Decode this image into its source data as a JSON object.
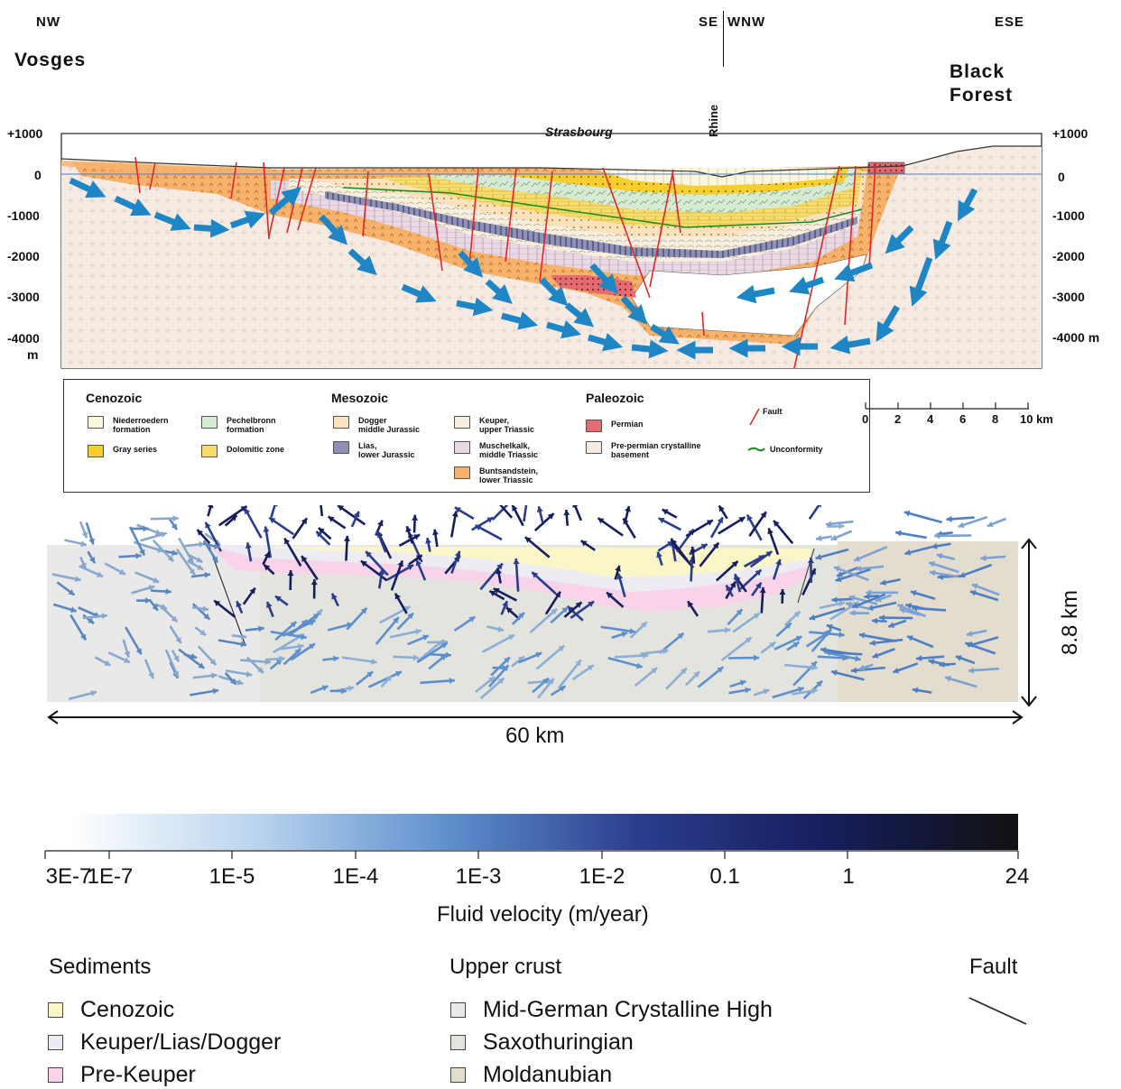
{
  "cross_section": {
    "dir_nw": "NW",
    "dir_se_wnw_left": "SE",
    "dir_se_wnw_right": "WNW",
    "dir_ese": "ESE",
    "vosges": "Vosges",
    "black_forest_1": "Black",
    "black_forest_2": "Forest",
    "strasbourg": "Strasbourg",
    "rhine": "Rhine",
    "left_axis": [
      "+1000",
      "0",
      "-1000",
      "-2000",
      "-3000",
      "-4000"
    ],
    "left_axis_unit": "m",
    "right_axis": [
      "+1000",
      "0",
      "-1000",
      "-2000",
      "-3000",
      "-4000 m"
    ]
  },
  "geo_legend": {
    "cenozoic": {
      "heading": "Cenozoic",
      "items": [
        "Niederroedern\nformation",
        "Gray  series",
        "Pechelbronn\nformation",
        "Dolomitic zone"
      ]
    },
    "mesozoic": {
      "heading": "Mesozoic",
      "items": [
        "Dogger\nmiddle Jurassic",
        "Lias,\nlower Jurassic",
        "Keuper,\nupper Triassic",
        "Muschelkalk,\nmiddle Triassic",
        "Buntsandstein,\nlower Triassic"
      ]
    },
    "paleozoic": {
      "heading": "Paleozoic",
      "items": [
        "Permian",
        "Pre-permian  crystalline\nbasement"
      ]
    },
    "fault": "Fault",
    "unconformity": "Unconformity"
  },
  "scale_bar": {
    "ticks": [
      "0",
      "2",
      "4",
      "6",
      "8",
      "10 km"
    ]
  },
  "model": {
    "height_label": "8.8 km",
    "width_label": "60 km"
  },
  "colorbar": {
    "ticks": [
      "3E-7",
      "1E-7",
      "1E-5",
      "1E-4",
      "1E-3",
      "1E-2",
      "0.1",
      "1",
      "24"
    ],
    "title": "Fluid velocity (m/year)",
    "colors": [
      "#ffffff",
      "#b7d3ee",
      "#5e8fcd",
      "#2a3d8c",
      "#161e5c",
      "#111111"
    ]
  },
  "bottom_legend": {
    "sediments": {
      "heading": "Sediments",
      "items": [
        {
          "label": "Cenozoic",
          "color": "#fbf6c8"
        },
        {
          "label": "Keuper/Lias/Dogger",
          "color": "#ececf2"
        },
        {
          "label": "Pre-Keuper",
          "color": "#f8d3ea"
        }
      ]
    },
    "upper_crust": {
      "heading": "Upper crust",
      "items": [
        {
          "label": "Mid-German Crystalline High",
          "color": "#e9e9e9"
        },
        {
          "label": "Saxothuringian",
          "color": "#e4e4de"
        },
        {
          "label": "Moldanubian",
          "color": "#e3ddd0"
        }
      ]
    },
    "fault": "Fault"
  }
}
